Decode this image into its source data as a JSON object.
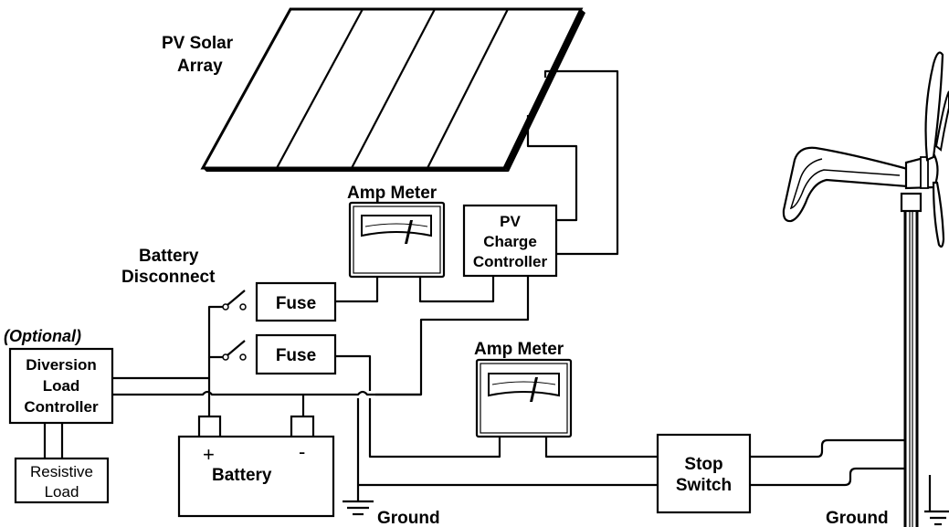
{
  "labels": {
    "pv_array": [
      "PV Solar",
      "Array"
    ],
    "amp_meter_top": "Amp Meter",
    "amp_meter_mid": "Amp Meter",
    "charge_controller": [
      "PV",
      "Charge",
      "Controller"
    ],
    "battery_disconnect": [
      "Battery",
      "Disconnect"
    ],
    "fuse_top": "Fuse",
    "fuse_bottom": "Fuse",
    "optional": "(Optional)",
    "diversion": [
      "Diversion",
      "Load",
      "Controller"
    ],
    "resistive": [
      "Resistive",
      "Load"
    ],
    "battery": "Battery",
    "battery_plus": "+",
    "battery_minus": "-",
    "ground_left": "Ground",
    "ground_right": "Ground",
    "stop_switch": [
      "Stop",
      "Switch"
    ]
  }
}
